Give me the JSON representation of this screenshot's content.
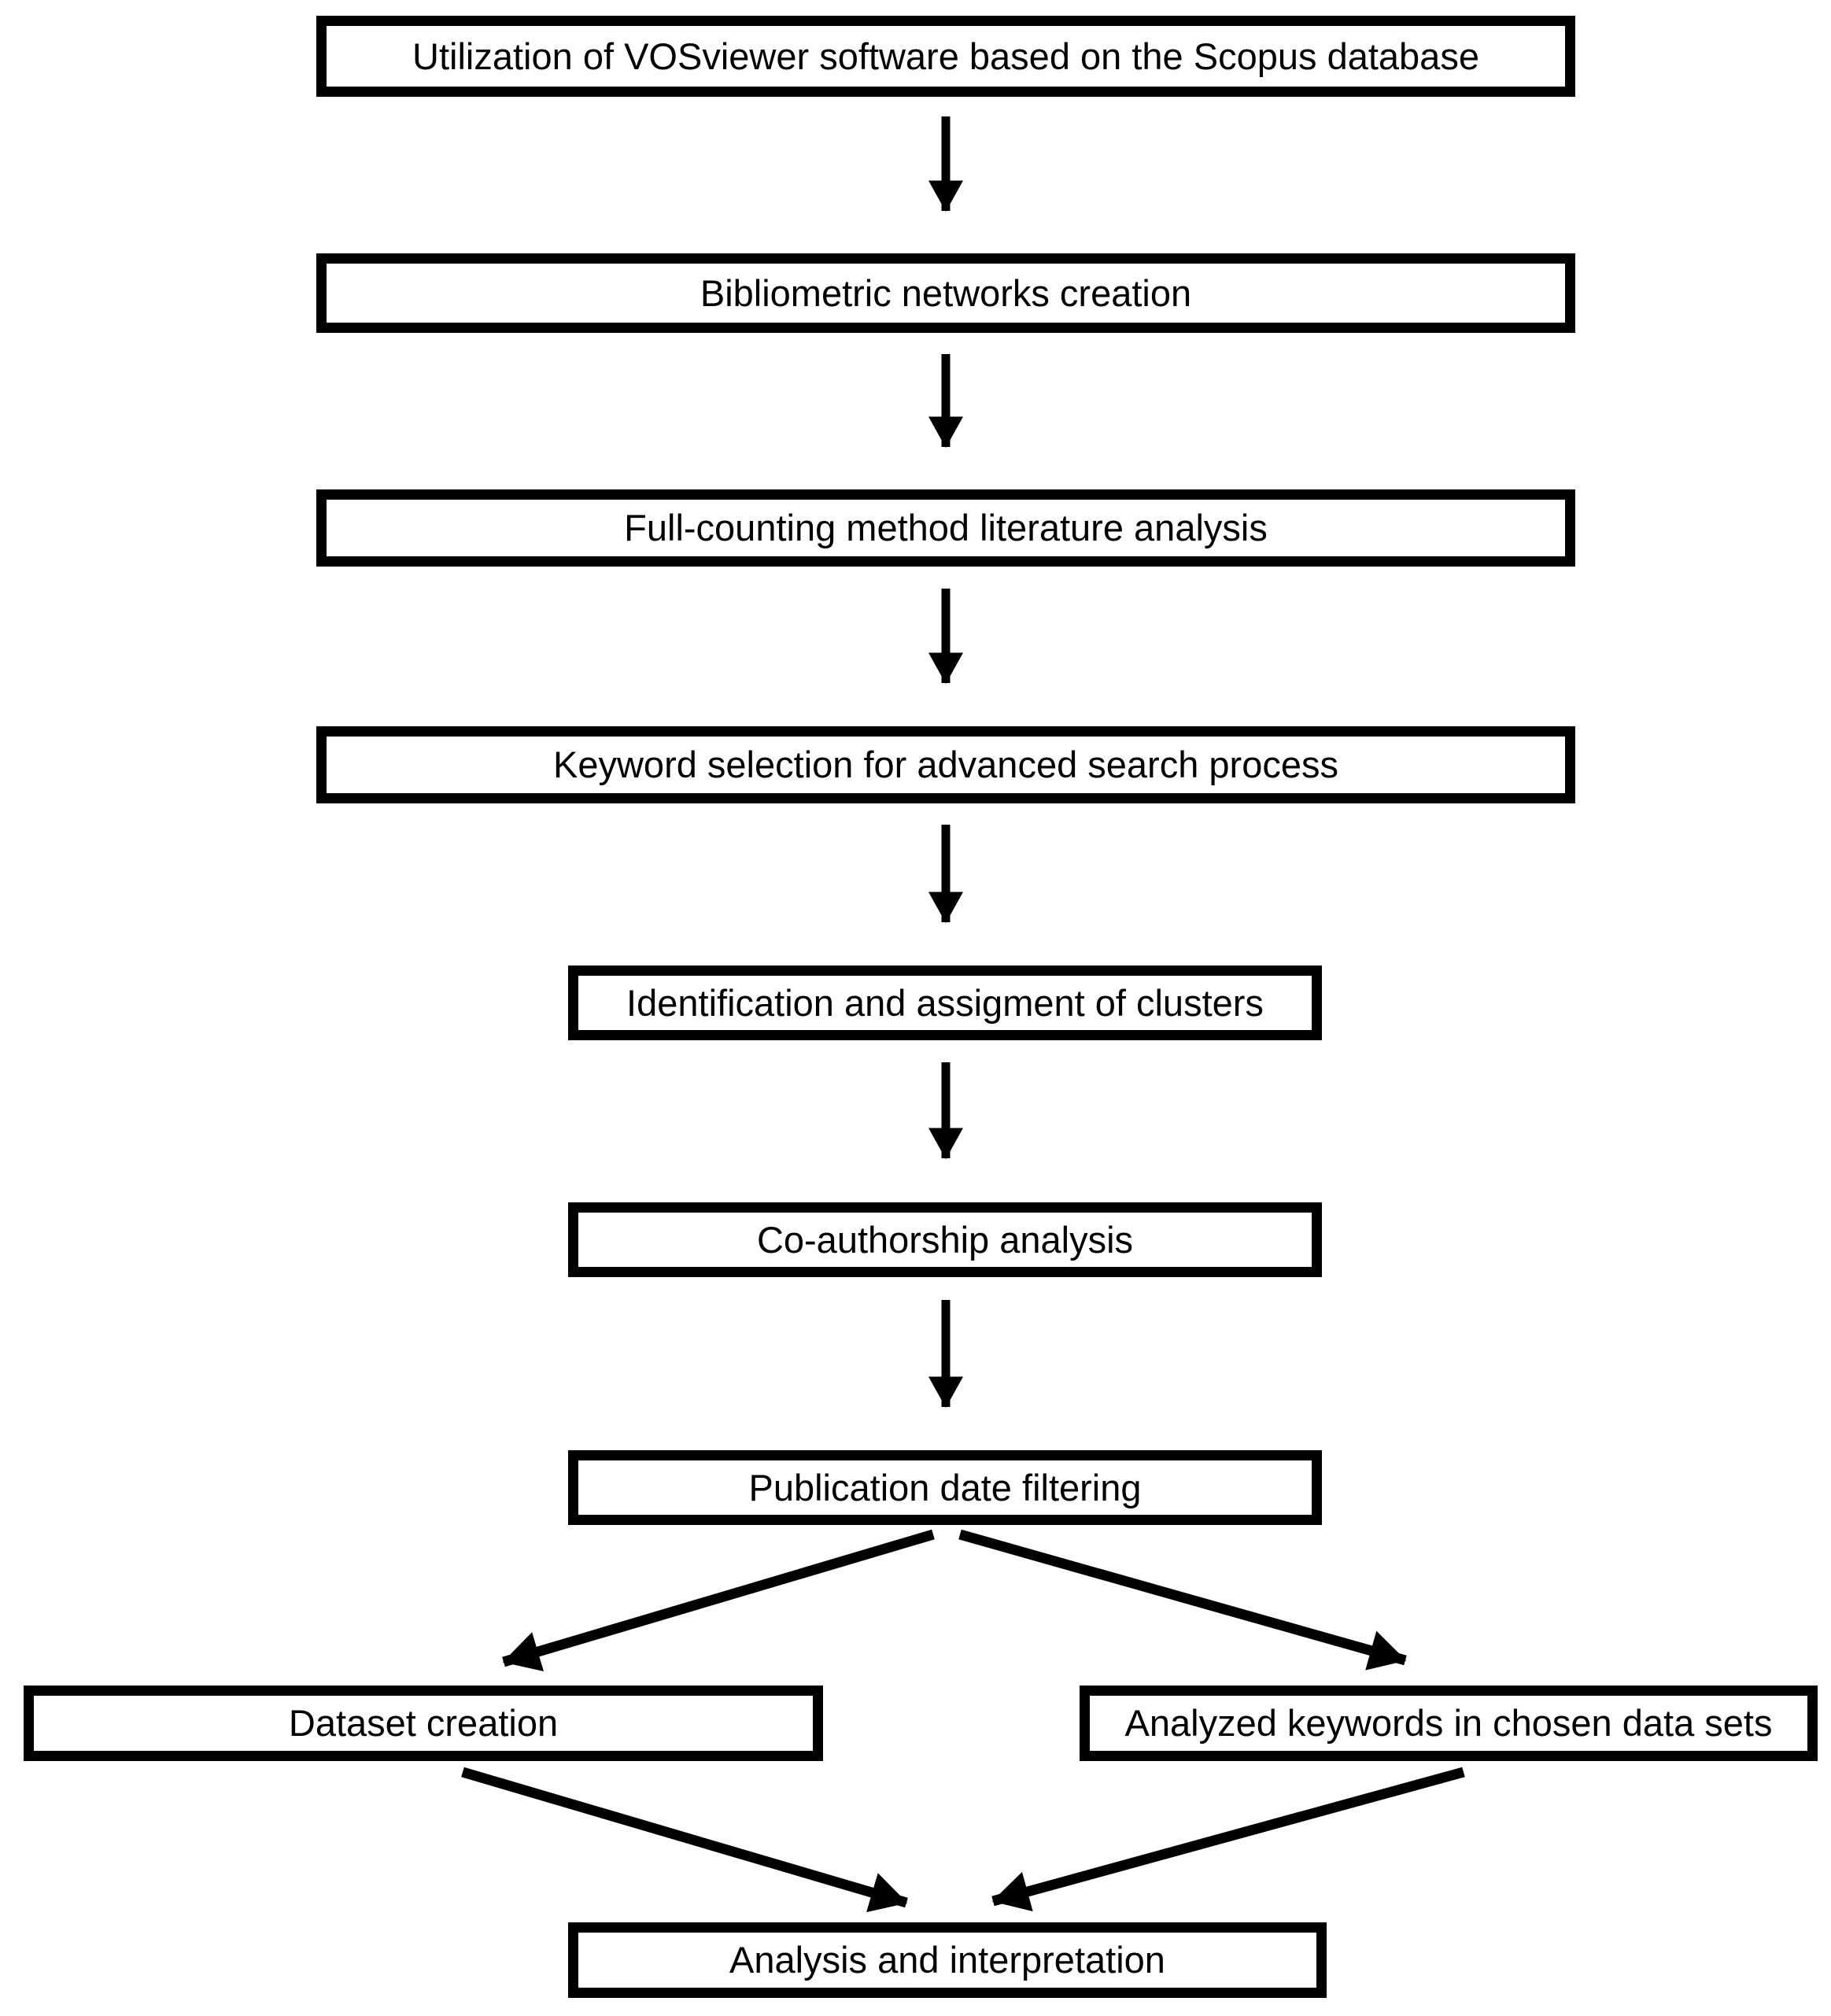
{
  "diagram": {
    "type": "flowchart",
    "description": "Research methodology flowchart for a bibliometric study",
    "colors": {
      "background": "#ffffff",
      "box_fill": "#ffffff",
      "box_border": "#000000",
      "text": "#000000",
      "arrow": "#000000"
    },
    "nodes": [
      {
        "id": "utilization",
        "label": "Utilization of VOSviewer software based on the Scopus database"
      },
      {
        "id": "bibliometric-networks",
        "label": "Bibliometric networks creation"
      },
      {
        "id": "full-counting",
        "label": "Full-counting method literature analysis"
      },
      {
        "id": "keyword-selection",
        "label": "Keyword selection for advanced search process"
      },
      {
        "id": "cluster-identification",
        "label": "Identification and assigment of clusters"
      },
      {
        "id": "co-authorship",
        "label": "Co-authorship analysis"
      },
      {
        "id": "publication-date-filtering",
        "label": "Publication date filtering"
      },
      {
        "id": "dataset-creation",
        "label": "Dataset creation"
      },
      {
        "id": "analyzed-keywords",
        "label": "Analyzed keywords in chosen data sets"
      },
      {
        "id": "analysis-interpretation",
        "label": "Analysis and interpretation"
      }
    ],
    "edges": [
      {
        "from": "utilization",
        "to": "bibliometric-networks"
      },
      {
        "from": "bibliometric-networks",
        "to": "full-counting"
      },
      {
        "from": "full-counting",
        "to": "keyword-selection"
      },
      {
        "from": "keyword-selection",
        "to": "cluster-identification"
      },
      {
        "from": "cluster-identification",
        "to": "co-authorship"
      },
      {
        "from": "co-authorship",
        "to": "publication-date-filtering"
      },
      {
        "from": "publication-date-filtering",
        "to": "dataset-creation"
      },
      {
        "from": "publication-date-filtering",
        "to": "analyzed-keywords"
      },
      {
        "from": "dataset-creation",
        "to": "analysis-interpretation"
      },
      {
        "from": "analyzed-keywords",
        "to": "analysis-interpretation"
      }
    ]
  }
}
